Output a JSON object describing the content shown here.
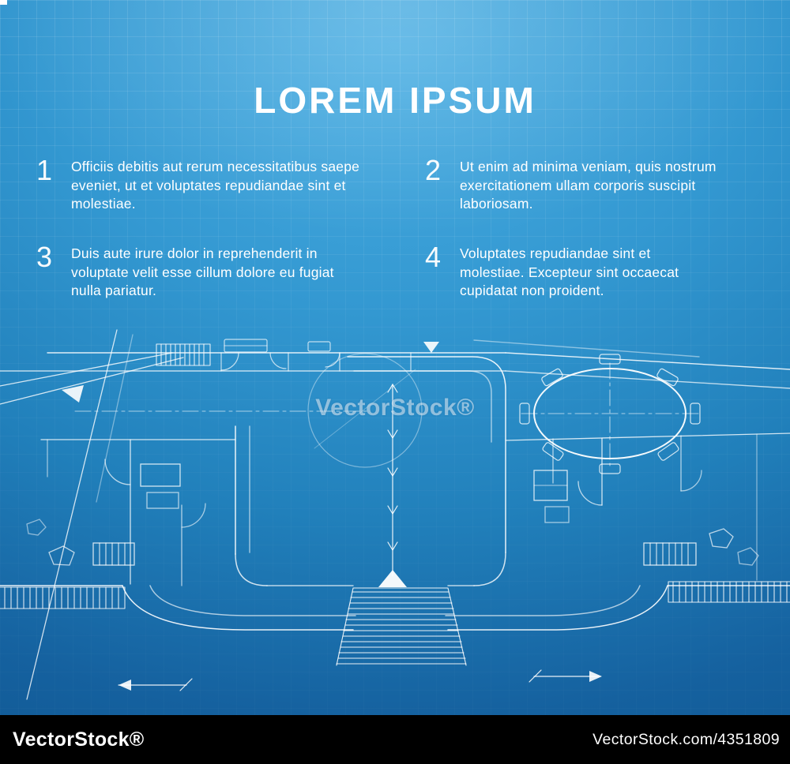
{
  "title": "LOREM IPSUM",
  "items": [
    {
      "number": "1",
      "text": "Officiis debitis aut rerum necessitatibus saepe eveniet, ut et voluptates repudiandae sint et molestiae."
    },
    {
      "number": "2",
      "text": "Ut enim ad minima veniam, quis nostrum exercitationem  ullam corporis suscipit laboriosam."
    },
    {
      "number": "3",
      "text": "Duis aute irure dolor in reprehenderit in voluptate velit esse cillum dolore eu fugiat nulla pariatur."
    },
    {
      "number": "4",
      "text": "Voluptates repudiandae sint et molestiae. Excepteur sint occaecat cupidatat  non proident."
    }
  ],
  "watermark": {
    "text": "VectorStock®"
  },
  "footer": {
    "brand": "VectorStock®",
    "ref": "VectorStock.com/4351809"
  },
  "colors": {
    "background_top": "#4AAEE3",
    "background_bottom": "#115A96",
    "line": "#FFFFFF",
    "footer_background": "#000000",
    "text": "#FFFFFF"
  }
}
